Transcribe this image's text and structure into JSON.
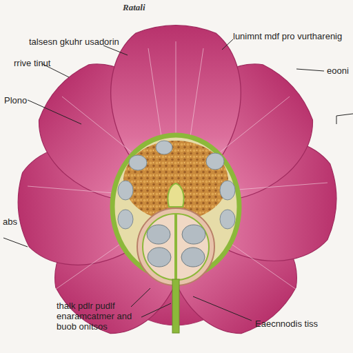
{
  "diagram": {
    "title": "Ratali",
    "labels": [
      "talsesn gkuhr usadorin",
      "lunimnt mdf pro vurtharenig",
      "rrive tinut",
      "eooni",
      "Plono",
      "abs",
      "thalk pdlr pudlf enaramcatmer and buob onitsos",
      "Eaecnnodis tiss"
    ]
  }
}
